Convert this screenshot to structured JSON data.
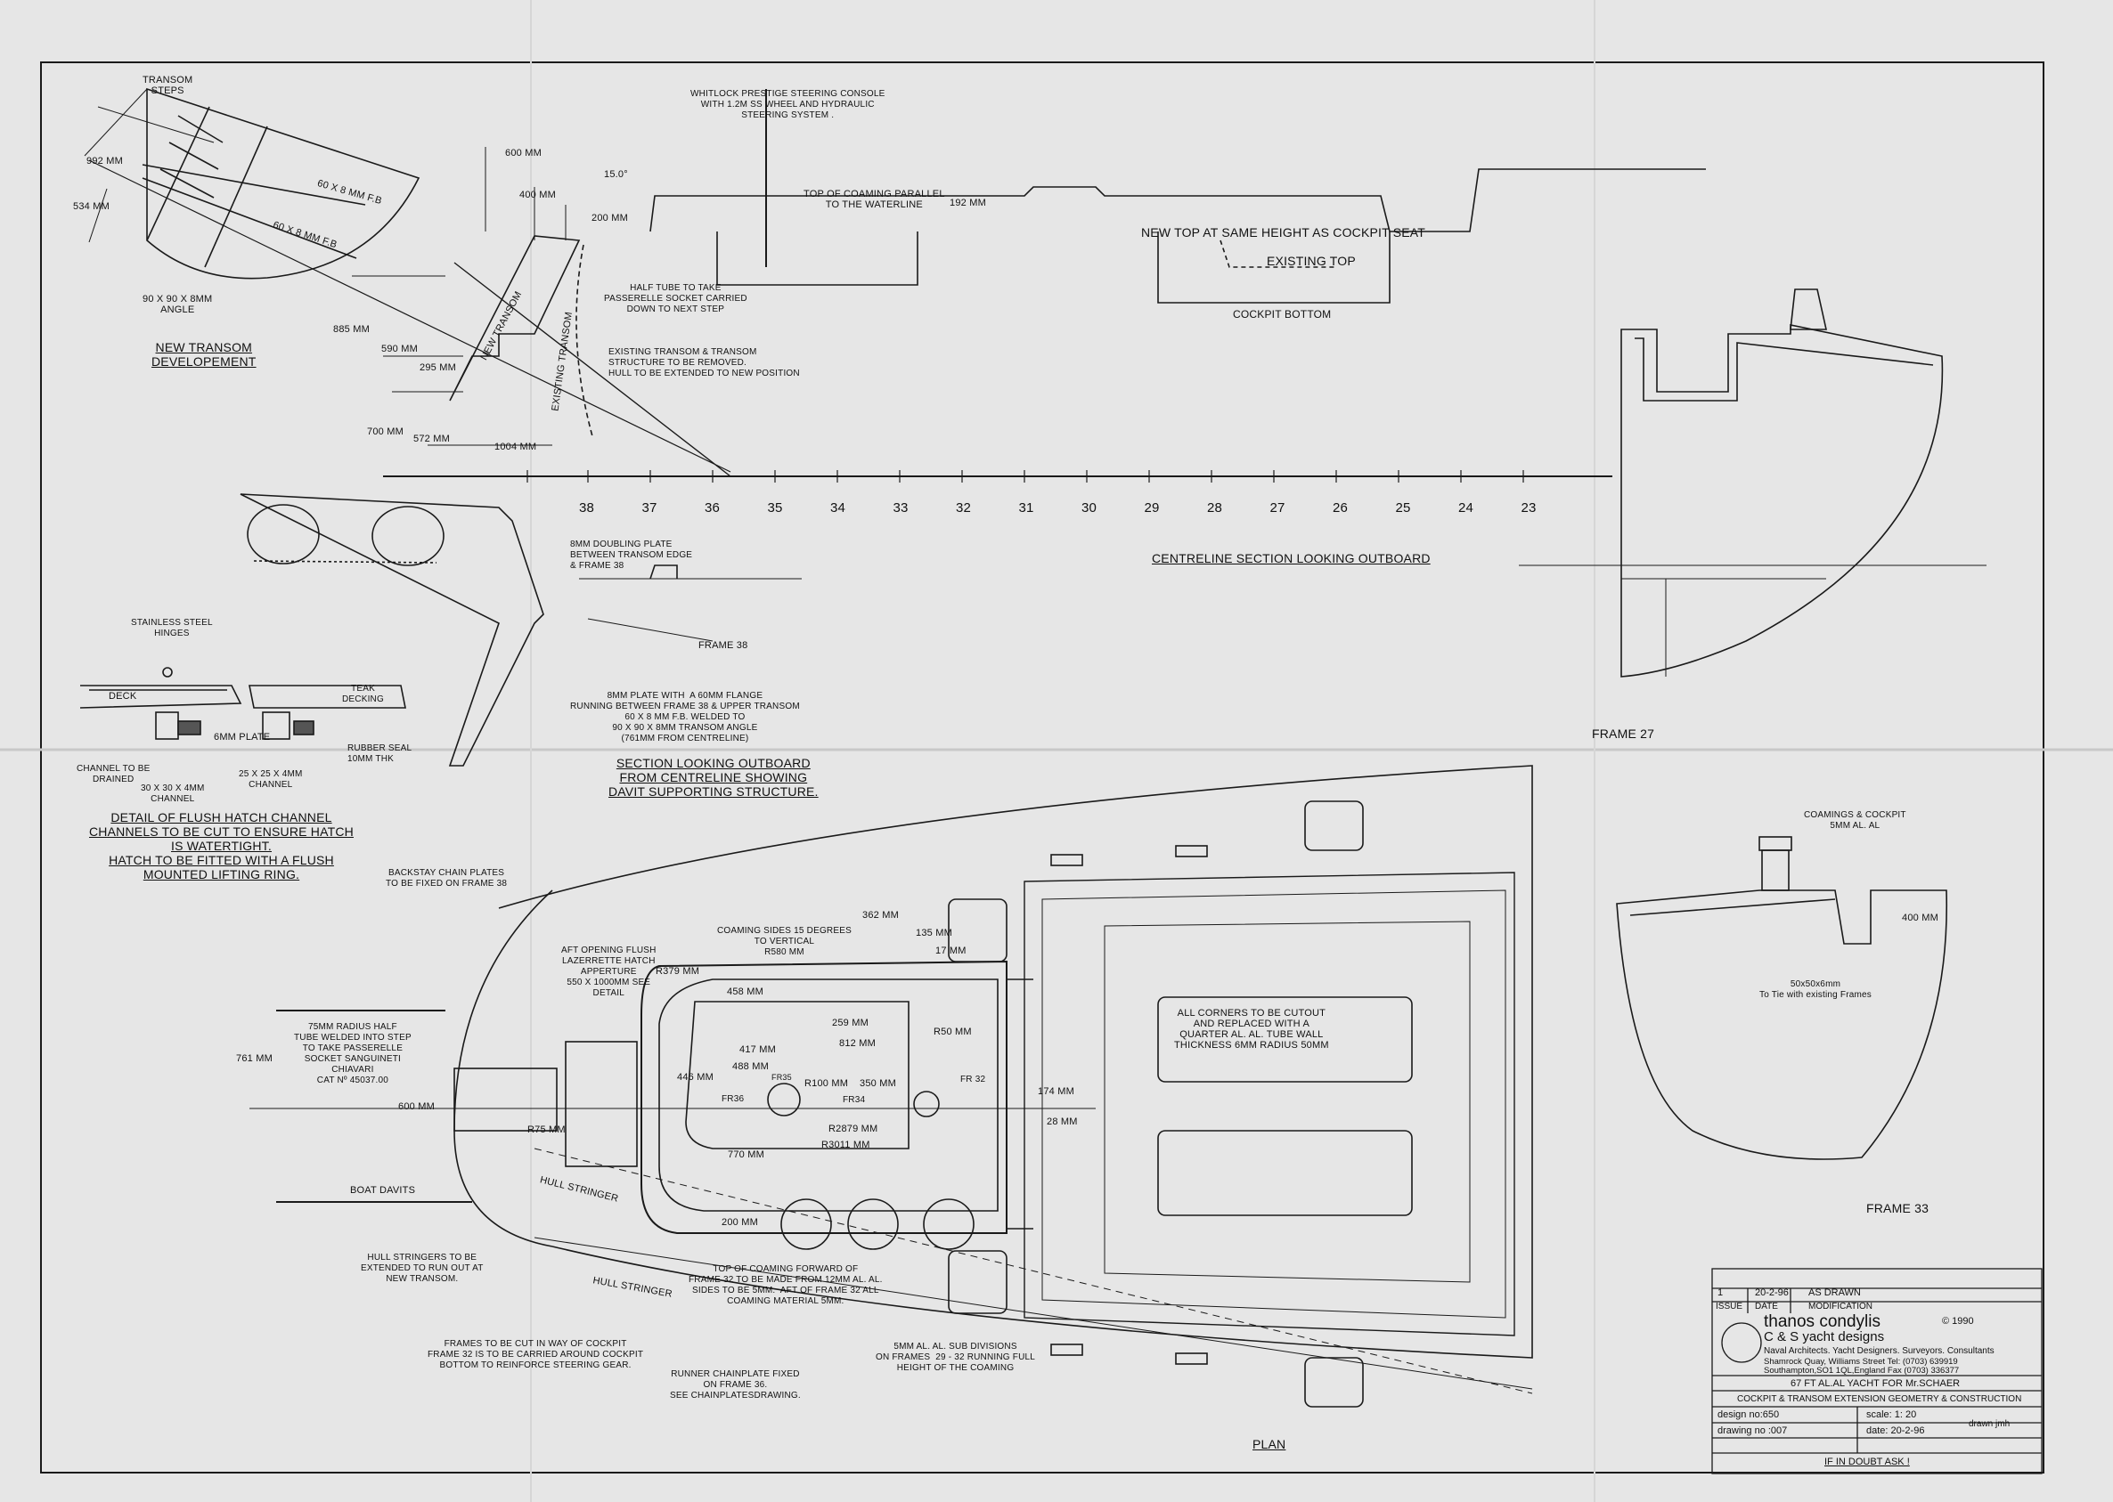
{
  "labels": {
    "transom_steps": "TRANSOM\nSTEPS",
    "dim_992": "992 mm",
    "dim_534": "534 mm",
    "fb_60x8_a": "60 X 8 mm F.B",
    "fb_60x8_b": "60 X 8 mm F.B",
    "angle_90": "90 x 90 x 8mm\nANGLE",
    "new_transom_dev": "NEW TRANSOM\nDEVELOPEMENT",
    "dim_600": "600 mm",
    "dim_400": "400 mm",
    "dim_200": "200 mm",
    "angle_15": "15.0°",
    "whitlock": "WHITLOCK PRESTIGE STEERING CONSOLE\nWITH 1.2M SS WHEEL AND HYDRAULIC\nSTEERING SYSTEM .",
    "top_coaming": "TOP OF COAMING PARALLEL\nTO THE WATERLINE",
    "dim_192": "192 mm",
    "new_top": "NEW TOP AT SAME HEIGHT AS COCKPIT SEAT",
    "existing_top": "EXISTING  TOP",
    "cockpit_bottom": "COCKPIT BOTTOM",
    "half_tube": "HALF TUBE TO TAKE\nPASSERELLE SOCKET CARRIED\nDOWN TO NEXT STEP",
    "new_transom": "NEW TRANSOM",
    "existing_transom": "EXISTING TRANSOM",
    "dim_885": "885 mm",
    "dim_590": "590 mm",
    "dim_295": "295 mm",
    "existing_note": "EXISTING TRANSOM & TRANSOM\nSTRUCTURE TO BE REMOVED.\nHULL TO BE EXTENDED TO NEW POSITION",
    "dim_700": "700 mm",
    "dim_572": "572 mm",
    "dim_1004": "1004 mm",
    "centreline_section": "CENTRELINE SECTION LOOKING OUTBOARD",
    "doubling_plate": "8mm DOUBLING PLATE\nBETWEEN TRANSOM EDGE\n& FRAME 38",
    "frame_38": "FRAME 38",
    "plate_8mm": "8mm PLATE WITH  A 60mm FLANGE\nRUNNING BETWEEN FRAME 38 & UPPER TRANSOM\n60 x 8 mm F.B. WELDED TO\n90 x 90 x 8mm TRANSOM ANGLE\n(761mm From Centreline)",
    "section_looking": "SECTION LOOKING OUTBOARD\nFROM CENTRELINE SHOWING\nDAVIT SUPPORTING STRUCTURE.",
    "stainless_hinges": "STAINLESS STEEL\nHINGES",
    "deck": "DECK",
    "teak_decking": "TEAK\nDECKING",
    "plate_6mm": "6mm PLATE",
    "rubber_seal": "RUBBER SEAL\n10mm THK",
    "channel_drained": "CHANNEL TO BE\nDRAINED",
    "channel_30": "30 X 30 X 4mm\nCHANNEL",
    "channel_25": "25 X 25 X 4mm\nCHANNEL",
    "detail_flush": "DETAIL OF FLUSH HATCH CHANNEL\nCHANNELS TO BE CUT TO ENSURE HATCH\nIS WATERTIGHT.\nHATCH TO BE FITTED WITH A FLUSH\nMOUNTED LIFTING RING.",
    "frame_27": "FRAME 27",
    "frame_33": "FRAME 33",
    "coamings_cockpit": "COAMINGS & COCKPIT\n5mm AL. AL",
    "dim_400b": "400 mm",
    "tie_frames": "50x50x6mm\nTo Tie with existing Frames",
    "backstay": "BACKSTAY CHAIN PLATES\nTO BE FIXED ON FRAME 38",
    "aft_opening": "AFT OPENING FLUSH\nLAZERRETTE HATCH\nAPPERTURE\n550 X 1000mm SEE\nDETAIL",
    "coaming_sides": "COAMING SIDES 15 DEGREES\nTO VERTICAL\nR580 mm",
    "dim_362": "362 mm",
    "dim_135": "135 mm",
    "dim_17": "17 mm",
    "r379": "R379 mm",
    "dim_458": "458 mm",
    "dim_259": "259 mm",
    "dim_812": "812 mm",
    "r50": "R50 mm",
    "dim_417": "417 mm",
    "dim_488": "488 mm",
    "dim_446": "446 mm",
    "fr35": "FR35",
    "r100": "R100 mm",
    "dim_350": "350 mm",
    "fr32": "FR 32",
    "fr36": "FR36",
    "fr34": "FR34",
    "dim_174": "174 mm",
    "dim_28": "28 mm",
    "r2879": "R2879 mm",
    "r3011": "R3011 mm",
    "dim_770": "770 mm",
    "dim_200b": "200 mm",
    "radius_half_tube": "75mm RADIUS HALF\nTUBE WELDED INTO STEP\nTO TAKE PASSERELLE\nSOCKET SANGUINETI\nCHIAVARI\nCAT Nº 45037.00",
    "dim_761": "761 mm",
    "dim_600b": "600 mm",
    "r75": "R75 mm",
    "boat_davits": "BOAT DAVITS",
    "hull_stringer_a": "HULL STRINGER",
    "hull_stringer_b": "HULL STRINGER",
    "all_corners": "ALL CORNERS TO BE CUTOUT\nAND REPLACED WITH A\nQUARTER AL. AL. TUBE WALL\nTHICKNESS 6mm RADIUS 50mm",
    "hull_stringers_note": "HULL STRINGERS TO BE\nEXTENDED TO RUN OUT AT\nNEW TRANSOM.",
    "top_coaming_forward": "TOP OF COAMING FORWARD OF\nFRAME 32 TO BE MADE FROM 12mm AL. AL.\nSIDES TO BE 5mm.  AFT OF FRAME 32 ALL\nCOAMING MATERIAL 5mm.",
    "frames_cut": "FRAMES TO BE CUT IN WAY OF COCKPIT\nFRAME 32 IS TO BE CARRIED AROUND COCKPIT\nBOTTOM TO REINFORCE STEERING GEAR.",
    "runner_chainplate": "RUNNER CHAINPLATE FIXED\nON FRAME 36.\nSEE CHAINPLATESDRAWING.",
    "sub_divisions": "5mm AL. AL. SUB DIVISIONS\nON FRAMES  29 - 32 RUNNING FULL\nHEIGHT OF THE COAMING",
    "plan": "PLAN"
  },
  "frame_numbers": [
    "38",
    "37",
    "36",
    "35",
    "34",
    "33",
    "32",
    "31",
    "30",
    "29",
    "28",
    "27",
    "26",
    "25",
    "24",
    "23"
  ],
  "title_block": {
    "rev": "1",
    "rev_date": "20-2-96",
    "rev_note": "AS DRAWN",
    "hdr_issue": "ISSUE",
    "hdr_date": "DATE",
    "hdr_mod": "MODIFICATION",
    "firm_name": "thanos condylis",
    "firm_sub": "C & S yacht designs",
    "copyright": "© 1990",
    "firm_desc": "Naval Architects. Yacht Designers. Surveyors. Consultants",
    "firm_addr": "Shamrock Quay, Williams Street  Tel: (0703) 639919",
    "firm_addr2": "Southampton,SO1 1QL,England    Fax (0703) 336377",
    "project": "67 FT AL.AL YACHT FOR Mr.SCHAER",
    "subject": "COCKPIT & TRANSOM EXTENSION GEOMETRY & CONSTRUCTION",
    "design_no": "design no:650",
    "scale": "scale: 1: 20",
    "drawn": "drawn   jmh",
    "drawing_no": "drawing no :007",
    "date": "date: 20-2-96",
    "doubt": "IF IN DOUBT ASK !"
  }
}
